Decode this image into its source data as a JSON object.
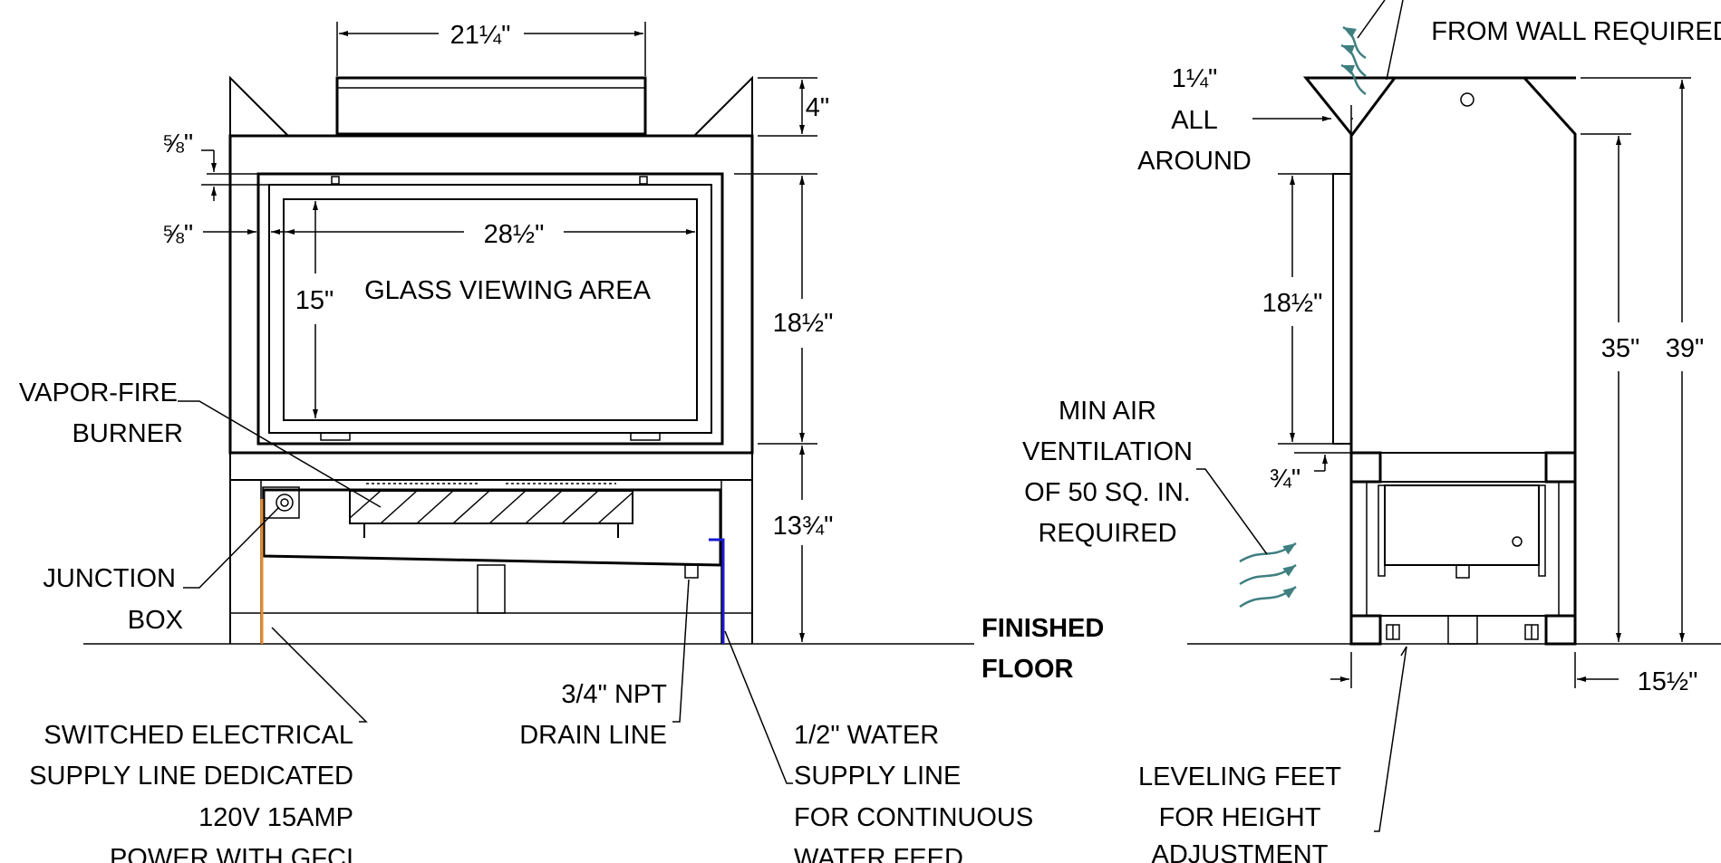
{
  "front_view": {
    "dim_top_width": "21¼\"",
    "dim_top_height": "4\"",
    "dim_frame_gap_top": "⅝\"",
    "dim_frame_gap_side": "⅝\"",
    "dim_glass_width": "28½\"",
    "dim_glass_height": "15\"",
    "glass_label": "GLASS VIEWING AREA",
    "dim_firebox_height": "18½\"",
    "dim_base_height": "13¾\"",
    "burner_label": [
      "VAPOR-FIRE",
      "BURNER"
    ],
    "junction_label": [
      "JUNCTION",
      "BOX"
    ],
    "electrical_label": [
      "SWITCHED ELECTRICAL",
      "SUPPLY LINE DEDICATED",
      "120V 15AMP",
      "POWER WITH GFCI"
    ],
    "drain_label": [
      "3/4\" NPT",
      "DRAIN LINE"
    ],
    "water_label": [
      "1/2\" WATER",
      "SUPPLY LINE",
      "FOR CONTINUOUS",
      "WATER FEED"
    ]
  },
  "floor_label": [
    "FINISHED",
    "FLOOR"
  ],
  "side_view": {
    "wall_clearance_label": "FROM WALL REQUIRED",
    "dim_all_around": "1¼\"",
    "all_around_label": [
      "ALL",
      "AROUND"
    ],
    "dim_firebox_height": "18½\"",
    "ventilation_label": [
      "MIN AIR",
      "VENTILATION",
      "OF 50 SQ. IN.",
      "REQUIRED"
    ],
    "dim_vent_gap": "¾\"",
    "dim_height_inner": "35\"",
    "dim_height_total": "39\"",
    "dim_depth": "15½\"",
    "leveling_label": [
      "LEVELING FEET",
      "FOR HEIGHT",
      "ADJUSTMENT"
    ]
  },
  "colors": {
    "line": "#000000",
    "airflow": "#3f7f80",
    "electrical_line": "#e88a2c",
    "water_line": "#1a1ad6"
  }
}
